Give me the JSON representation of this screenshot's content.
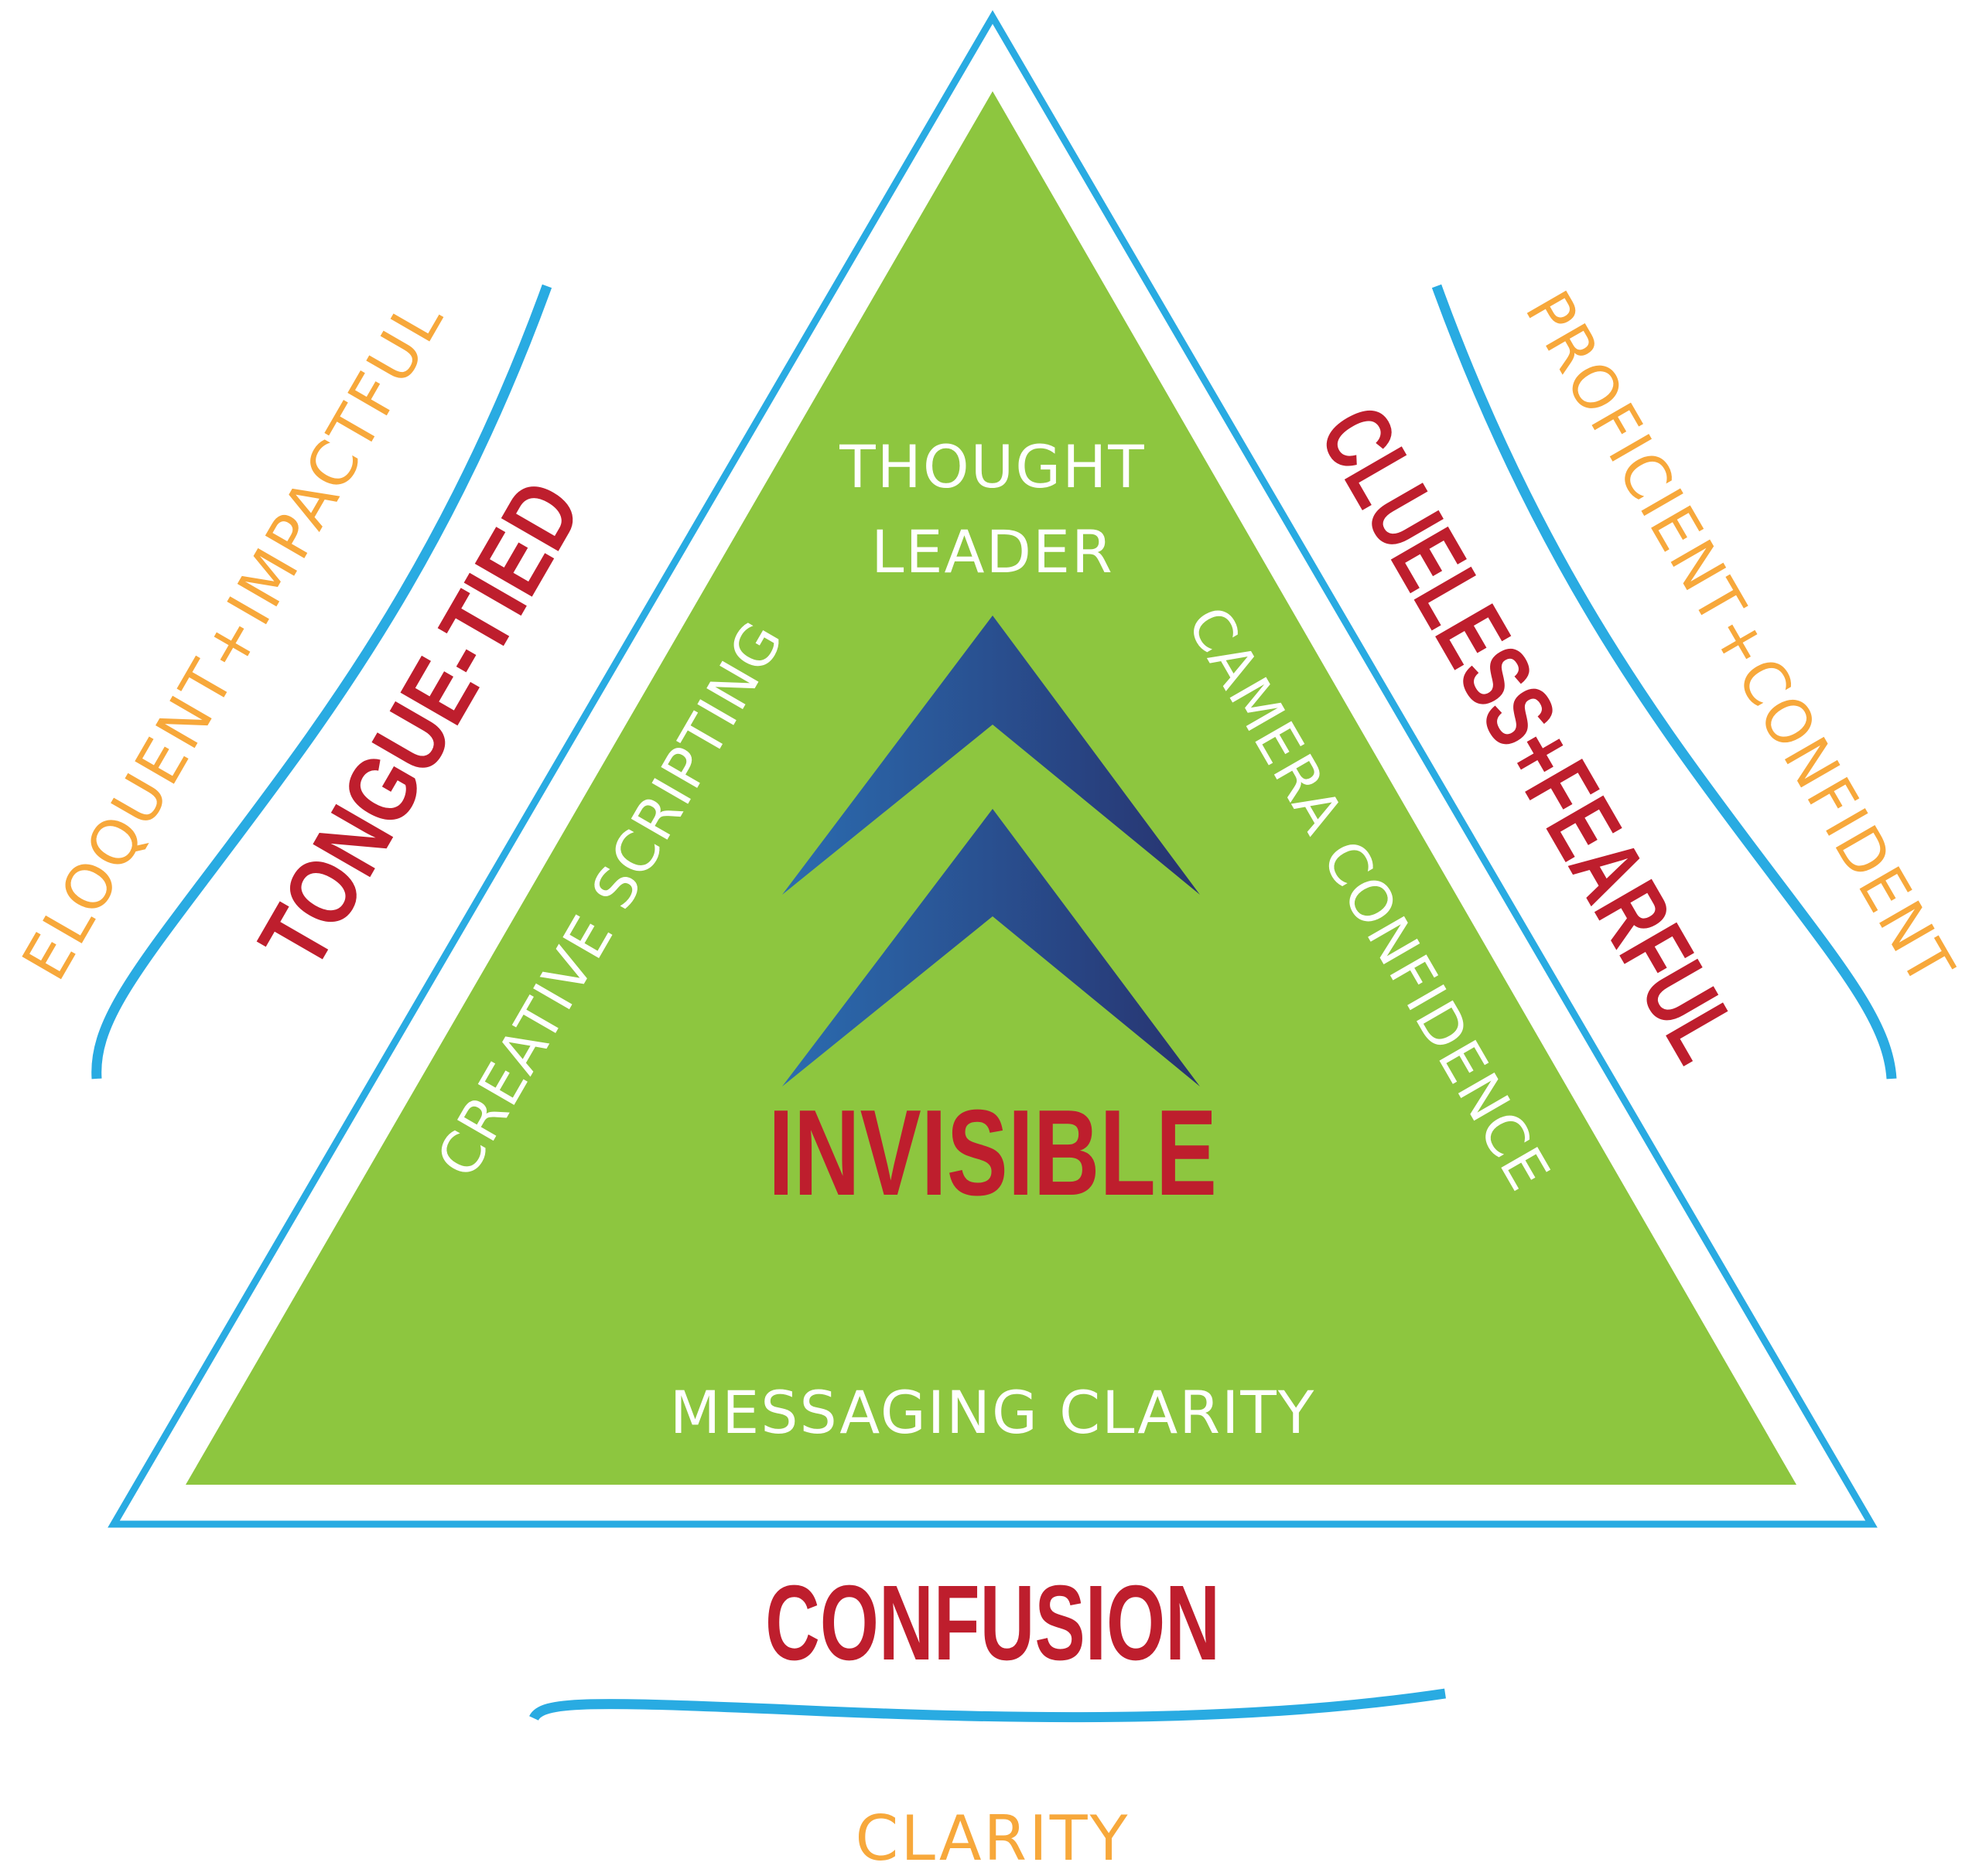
{
  "colors": {
    "green": "#8DC63F",
    "blue_outline": "#29ABE2",
    "red": "#BE1E2D",
    "orange": "#F7A83B",
    "white": "#FFFFFF",
    "chevron_light": "#2B6CB0",
    "chevron_dark": "#27336F"
  },
  "inner_pyramid": {
    "apex_label_line1": "THOUGHT",
    "apex_label_line2": "LEADER",
    "left_side_label": "CREATIVE SCRIPTING",
    "right_side_label": "CAMERA CONFIDENCE",
    "base_label": "MESSAGING CLARITY",
    "center_label": "INVISIBLE"
  },
  "outer_labels": {
    "left_outcome": "TONGUE-TIED",
    "left_goal": "ELOQUENT+IMPACTFUL",
    "right_outcome": "CLUELESS+FEARFUL",
    "right_goal": "PROFICIENT+CONFIDENT",
    "bottom_outcome": "CONFUSION",
    "bottom_goal": "CLARITY"
  },
  "icons": {
    "upward_arrow": "double-chevron-up-icon"
  }
}
